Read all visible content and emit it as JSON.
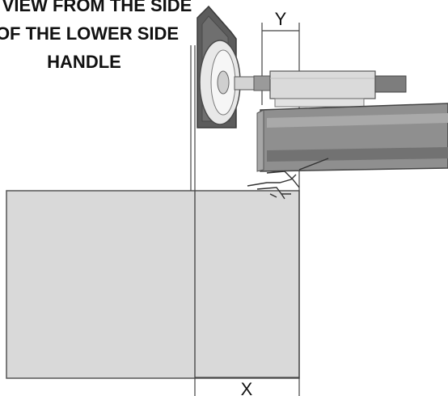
{
  "title": {
    "line1": "VIEW FROM THE SIDE",
    "line2": "OF THE LOWER SIDE",
    "line3": "HANDLE"
  },
  "dimensions": {
    "x_label": "X",
    "y_label": "Y"
  },
  "colors": {
    "panel": "#d9d9d9",
    "line": "#444444",
    "roller_body": "#5c5c5c",
    "profile": "#8f8f8f"
  }
}
